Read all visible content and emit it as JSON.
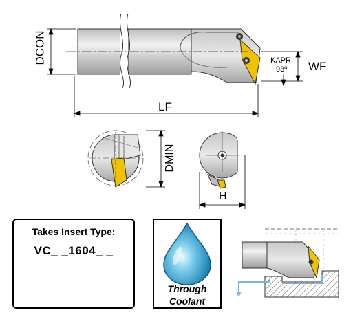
{
  "dimensions": {
    "dcon": "DCON",
    "lf": "LF",
    "wf": "WF",
    "kapr_label": "KAPR",
    "kapr_value": "93º",
    "dmin": "DMIN",
    "h": "H"
  },
  "insert_panel": {
    "title": "Takes Insert Type:",
    "code": "VC_ _1604_ _"
  },
  "coolant_panel": {
    "line1": "Through",
    "line2": "Coolant"
  },
  "colors": {
    "insert_yellow": "#f2c200",
    "insert_gold": "#d9a21c",
    "drop_blue": "#3aa6d6",
    "coolant_arrow": "#7fb3e6",
    "body_grey": "#d9d9d9"
  }
}
